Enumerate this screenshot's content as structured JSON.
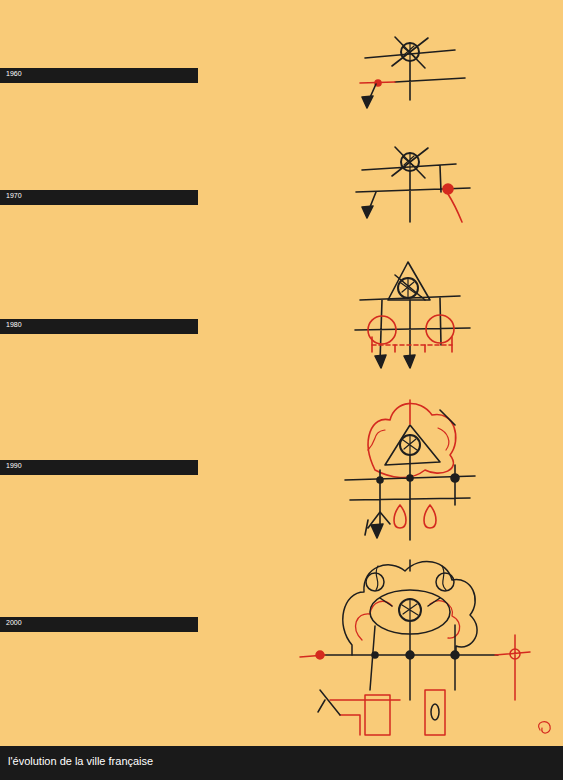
{
  "diagram": {
    "caption": "l'évolution de la ville française",
    "nodes": [
      {
        "text": [
          "1960"
        ]
      },
      {
        "text": [
          "1970"
        ]
      },
      {
        "text": [
          "1980"
        ]
      },
      {
        "text": [
          "1990"
        ]
      },
      {
        "text": [
          "2000"
        ]
      }
    ]
  }
}
